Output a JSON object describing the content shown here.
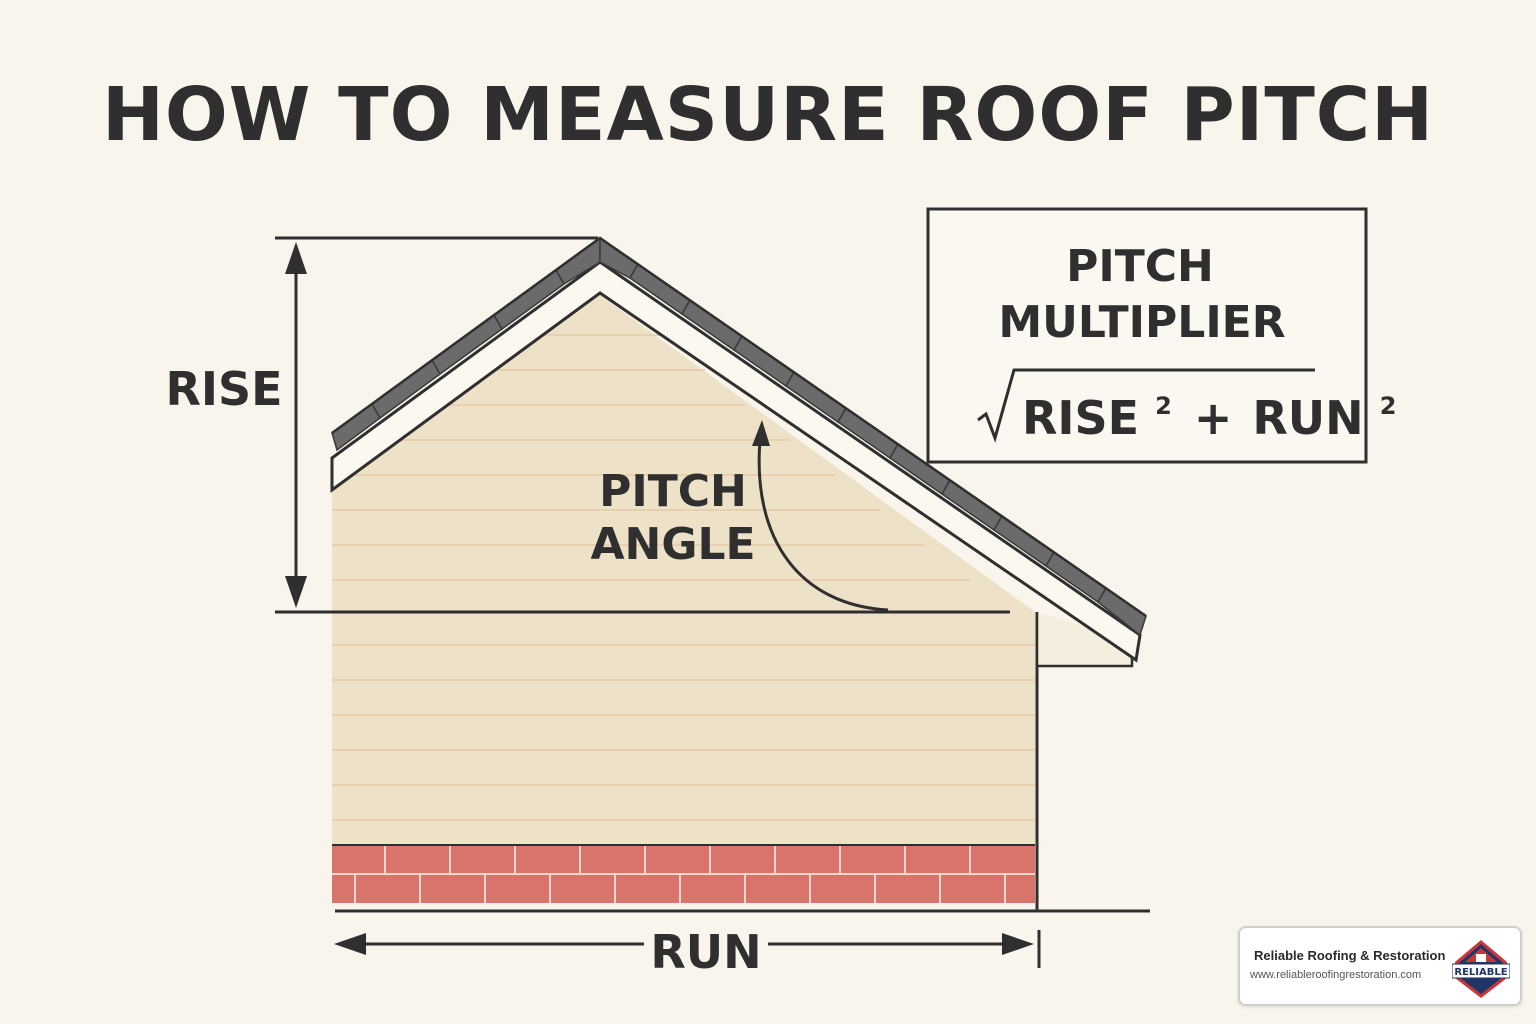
{
  "title": "HOW TO MEASURE ROOF PITCH",
  "labels": {
    "rise": "RISE",
    "run": "RUN",
    "pitch_angle_line1": "PITCH",
    "pitch_angle_line2": "ANGLE"
  },
  "formula_box": {
    "heading_line1": "PITCH",
    "heading_line2": "MULTIPLIER",
    "term_rise": "RISE",
    "plus": "+",
    "term_run": "RUN",
    "exponent": "2"
  },
  "brand": {
    "name": "Reliable Roofing & Restoration",
    "url": "www.reliableroofingrestoration.com",
    "logo_text": "RELIABLE"
  },
  "colors": {
    "background": "#f9f5ec",
    "ink": "#2f2f2f",
    "wall": "#ede1c8",
    "siding_line": "#e8cfb0",
    "shingle": "#6b6b6b",
    "brick": "#d8746a",
    "logo_red": "#c8363a",
    "logo_navy": "#1f3566"
  }
}
